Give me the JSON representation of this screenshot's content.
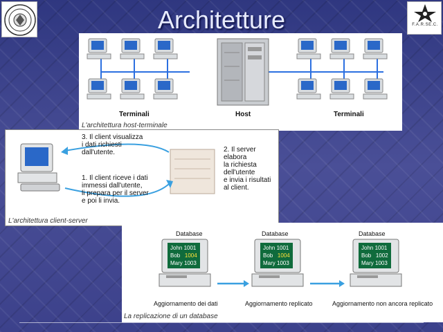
{
  "slide": {
    "title": "Architetture"
  },
  "logo_right": {
    "text": "F.A.R.SE.C."
  },
  "panel_host": {
    "label_left": "Terminali",
    "label_center": "Host",
    "label_right": "Terminali",
    "caption": "L'architettura host-terminale"
  },
  "panel_client_server": {
    "step3": [
      "3. Il client visualizza",
      "i dati richiesti",
      "dall'utente."
    ],
    "step1": [
      "1. Il client riceve i dati",
      "immessi dall'utente,",
      "li prepara per il server",
      "e poi li invia."
    ],
    "step2": [
      "2. Il server",
      "elabora",
      "la richiesta",
      "dell'utente",
      "e invia i risultati",
      "al client."
    ],
    "caption": "L'architettura client-server"
  },
  "panel_replica": {
    "db_label": "Database",
    "screens": [
      {
        "rows": [
          "John 1001",
          "Bob",
          "1004",
          "Mary 1003"
        ]
      },
      {
        "rows": [
          "John 1001",
          "Bob",
          "1004",
          "Mary 1003"
        ]
      },
      {
        "rows": [
          "John 1001",
          "Bob",
          "1002",
          "Mary 1003"
        ]
      }
    ],
    "captions": [
      "Aggiornamento dei dati",
      "Aggiornamento replicato",
      "Aggiornamento non ancora replicato"
    ],
    "caption": "La replicazione di un database"
  },
  "colors": {
    "background": "#3a3f8a",
    "title": "#e8ecff",
    "network_line": "#2b6fe0",
    "arrow": "#3aa0e0",
    "screen": "#0f6b3c",
    "highlight": "#ffe23a"
  }
}
